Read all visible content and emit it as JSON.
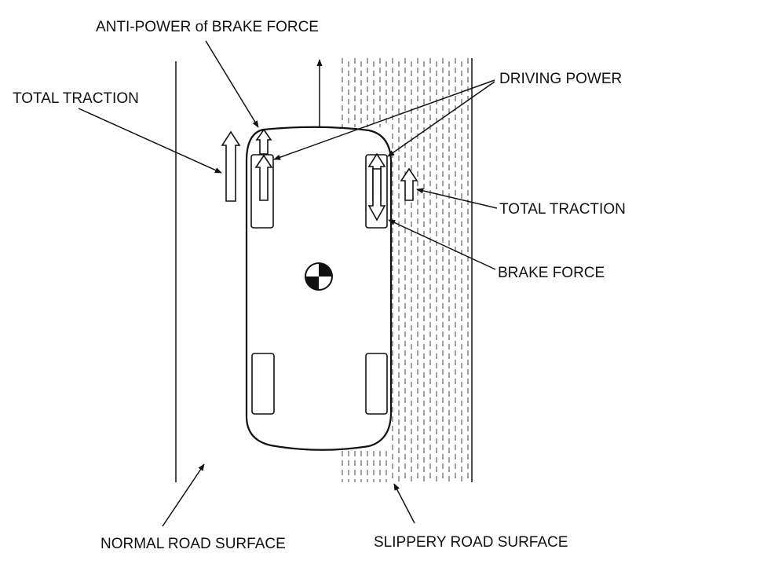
{
  "labels": {
    "anti_power": "ANTI-POWER of BRAKE FORCE",
    "driving_power": "DRIVING POWER",
    "total_traction_left": "TOTAL TRACTION",
    "total_traction_right": "TOTAL TRACTION",
    "brake_force": "BRAKE FORCE",
    "normal_road": "NORMAL ROAD SURFACE",
    "slippery_road": "SLIPPERY ROAD SURFACE"
  }
}
